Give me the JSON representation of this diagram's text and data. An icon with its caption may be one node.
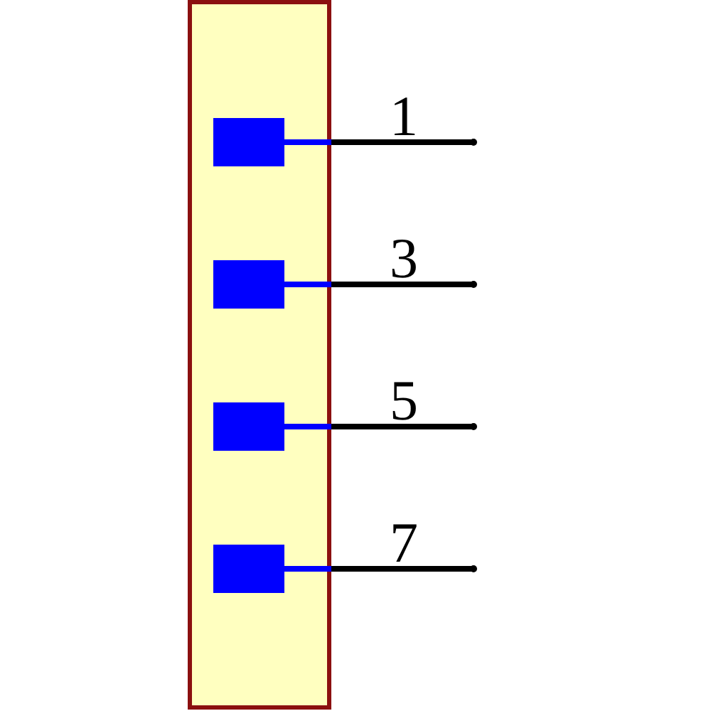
{
  "diagram": {
    "nodes": [
      {
        "text": [],
        "shape": "box"
      },
      {
        "text": [],
        "shape": "box",
        "in": 0
      },
      {
        "text": [],
        "shape": "box",
        "in": 0
      },
      {
        "text": [],
        "shape": "box",
        "in": 0
      },
      {
        "text": [],
        "shape": "box",
        "in": 0
      }
    ],
    "edges": [
      {
        "from": 1,
        "to": null,
        "arrow": "other",
        "label": "1"
      },
      {
        "from": 2,
        "to": null,
        "arrow": "other",
        "label": "3"
      },
      {
        "from": 3,
        "to": null,
        "arrow": "other",
        "label": "5"
      },
      {
        "from": 4,
        "to": null,
        "arrow": "other",
        "label": "7"
      }
    ]
  }
}
